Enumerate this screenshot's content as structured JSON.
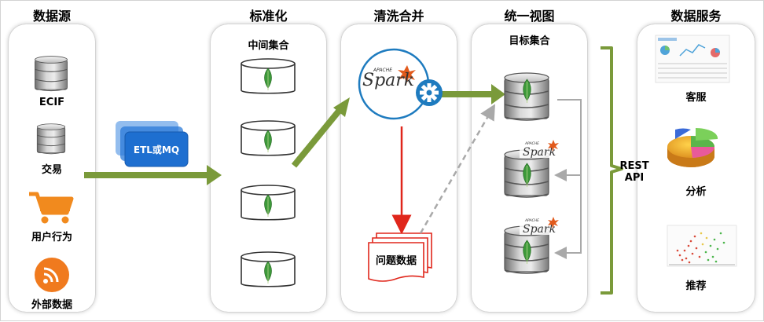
{
  "columns": {
    "source": "数据源",
    "standardize": "标准化",
    "clean_merge": "清洗合并",
    "unified_view": "统一视图",
    "data_service": "数据服务"
  },
  "source_items": [
    "ECIF",
    "交易",
    "用户行为",
    "外部数据"
  ],
  "etl_label": "ETL或MQ",
  "standardize_subtitle": "中间集合",
  "spark_logo": {
    "top": "APACHE",
    "word": "Spark"
  },
  "problem_data": "问题数据",
  "target_subtitle": "目标集合",
  "rest_api": [
    "REST",
    "API"
  ],
  "service_items": [
    "客服",
    "分析",
    "推荐"
  ],
  "colors": {
    "green_arrow": "#7a9a3a",
    "red_arrow": "#e0261b",
    "spark_blue": "#1e7bbf",
    "mongo_green": "#3d9a3a",
    "cart_orange": "#f18a1e",
    "rss_orange": "#f07a1e",
    "etl_blue": "#1e6fd0"
  }
}
